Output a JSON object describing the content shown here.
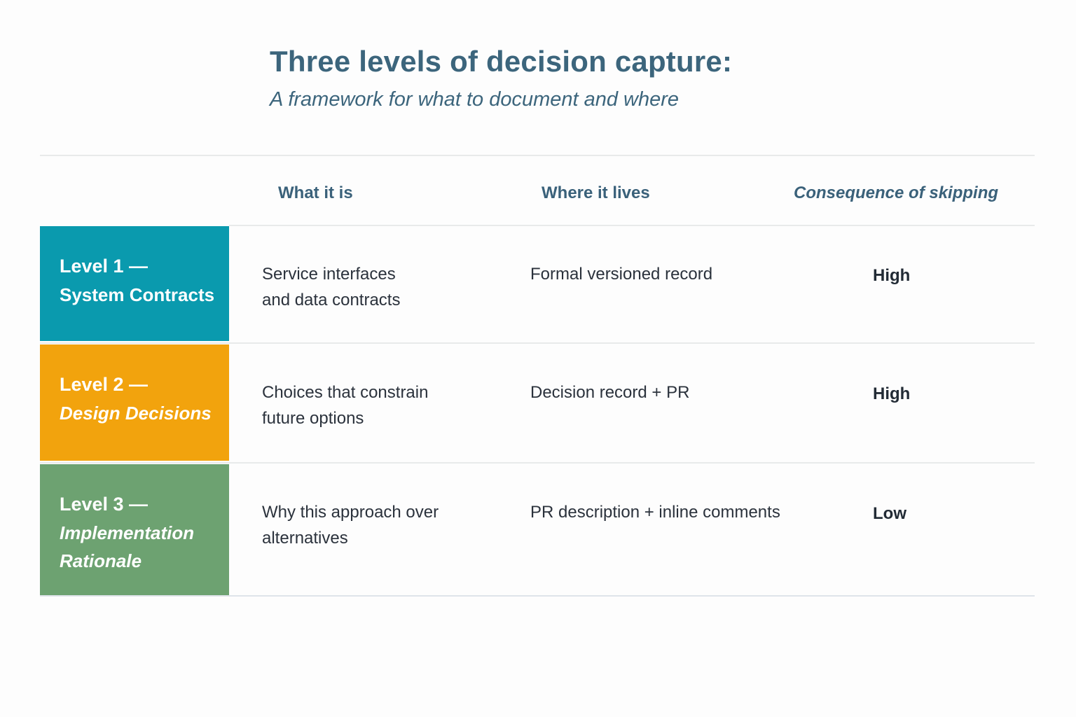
{
  "page": {
    "title": "Three levels of decision capture:",
    "subtitle": "A framework for what to document and where"
  },
  "table": {
    "columns": [
      {
        "label": "What it is"
      },
      {
        "label": "Where it lives"
      },
      {
        "label": "Consequence of skipping"
      }
    ],
    "rows": [
      {
        "level": "Level 1 —",
        "name_line1": "System Contracts",
        "name_line2": "",
        "color": "#0a9aae",
        "what_line1": "Service interfaces",
        "what_line2": "and data contracts",
        "where": "Formal versioned record",
        "consequence": "High"
      },
      {
        "level": "Level 2 —",
        "name_line1": "Design Decisions",
        "name_line2": "",
        "color": "#f2a30d",
        "what_line1": "Choices that constrain",
        "what_line2": "future options",
        "where": "Decision record + PR",
        "consequence": "High"
      },
      {
        "level": "Level 3 —",
        "name_line1": "Implementation",
        "name_line2": "Rationale",
        "color": "#6da271",
        "what_line1": "Why this approach over",
        "what_line2": "alternatives",
        "where": "PR description + inline comments",
        "consequence": "Low"
      }
    ],
    "colors": {
      "title_text": "#3c657c",
      "header_text": "#3a617a",
      "body_text": "#2b323c",
      "level1_teal": "#0a9aae",
      "level2_orange": "#f2a30d",
      "level3_green": "#6da271",
      "divider": "#e8eaea"
    }
  }
}
